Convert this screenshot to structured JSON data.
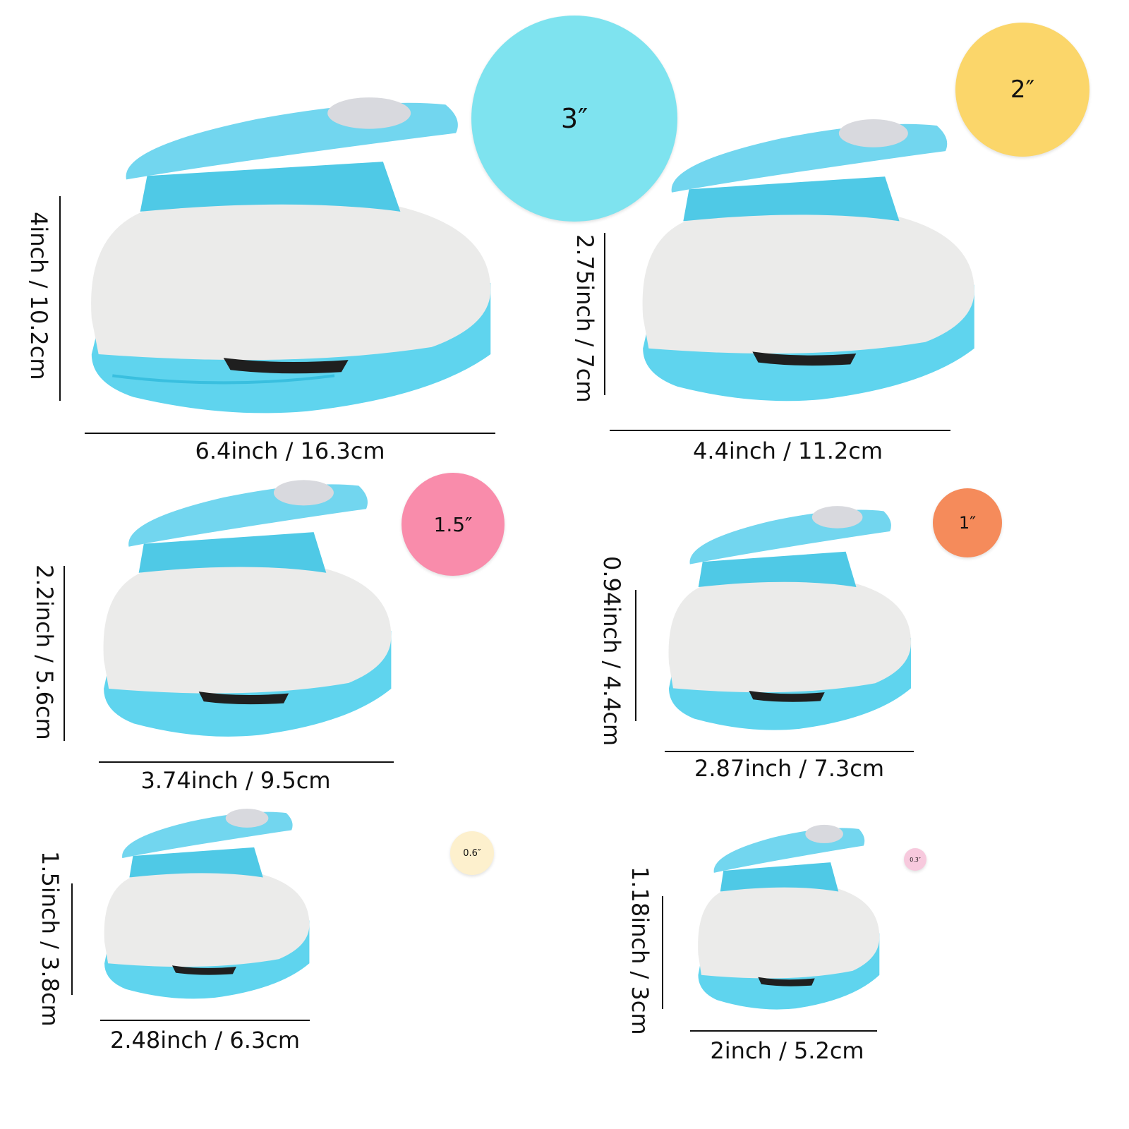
{
  "colors": {
    "body_white": "#ebebea",
    "punch_blue": "#5fd4ee",
    "punch_blue_dark": "#39bfdf",
    "lever_blue": "#72d6ef",
    "lever_pad": "#d8d9de"
  },
  "punches": [
    {
      "circle_label": "3″",
      "circle_color": "#7ee3ef",
      "width_label": "6.4inch / 16.3cm",
      "height_label": "4inch / 10.2cm"
    },
    {
      "circle_label": "2″",
      "circle_color": "#fbd66a",
      "width_label": "4.4inch / 11.2cm",
      "height_label": "2.75inch / 7cm"
    },
    {
      "circle_label": "1.5″",
      "circle_color": "#f98cab",
      "width_label": "3.74inch / 9.5cm",
      "height_label": "2.2inch / 5.6cm"
    },
    {
      "circle_label": "1″",
      "circle_color": "#f58b5b",
      "width_label": "2.87inch / 7.3cm",
      "height_label": "0.94inch / 4.4cm"
    },
    {
      "circle_label": "0.6″",
      "circle_color": "#fdf0cd",
      "width_label": "2.48inch / 6.3cm",
      "height_label": "1.5inch / 3.8cm"
    },
    {
      "circle_label": "0.3″",
      "circle_color": "#f7c9dd",
      "width_label": "2inch / 5.2cm",
      "height_label": "1.18inch / 3cm"
    }
  ]
}
